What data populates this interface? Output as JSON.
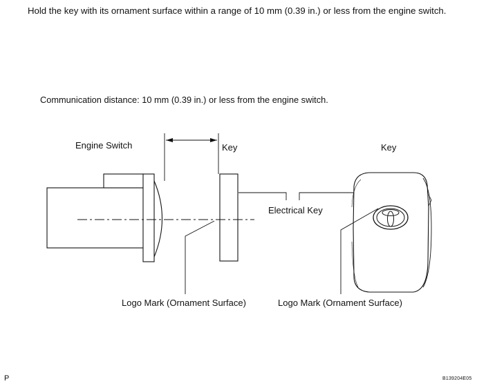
{
  "instruction": "Hold the key with its ornament surface within a range of 10 mm (0.39 in.) or less from the engine switch.",
  "communication_note": "Communication distance: 10 mm (0.39 in.) or less from the engine switch.",
  "labels": {
    "engine_switch": "Engine Switch",
    "key_left": "Key",
    "key_right": "Key",
    "electrical_key": "Electrical Key",
    "logo_mark_left": "Logo Mark (Ornament Surface)",
    "logo_mark_right": "Logo Mark (Ornament Surface)"
  },
  "footer": {
    "page_marker": "P",
    "figure_code": "B139204E05"
  },
  "icons": [
    "toyota-logo-icon",
    "electrical-key-icon",
    "dimension-arrow-icon"
  ]
}
